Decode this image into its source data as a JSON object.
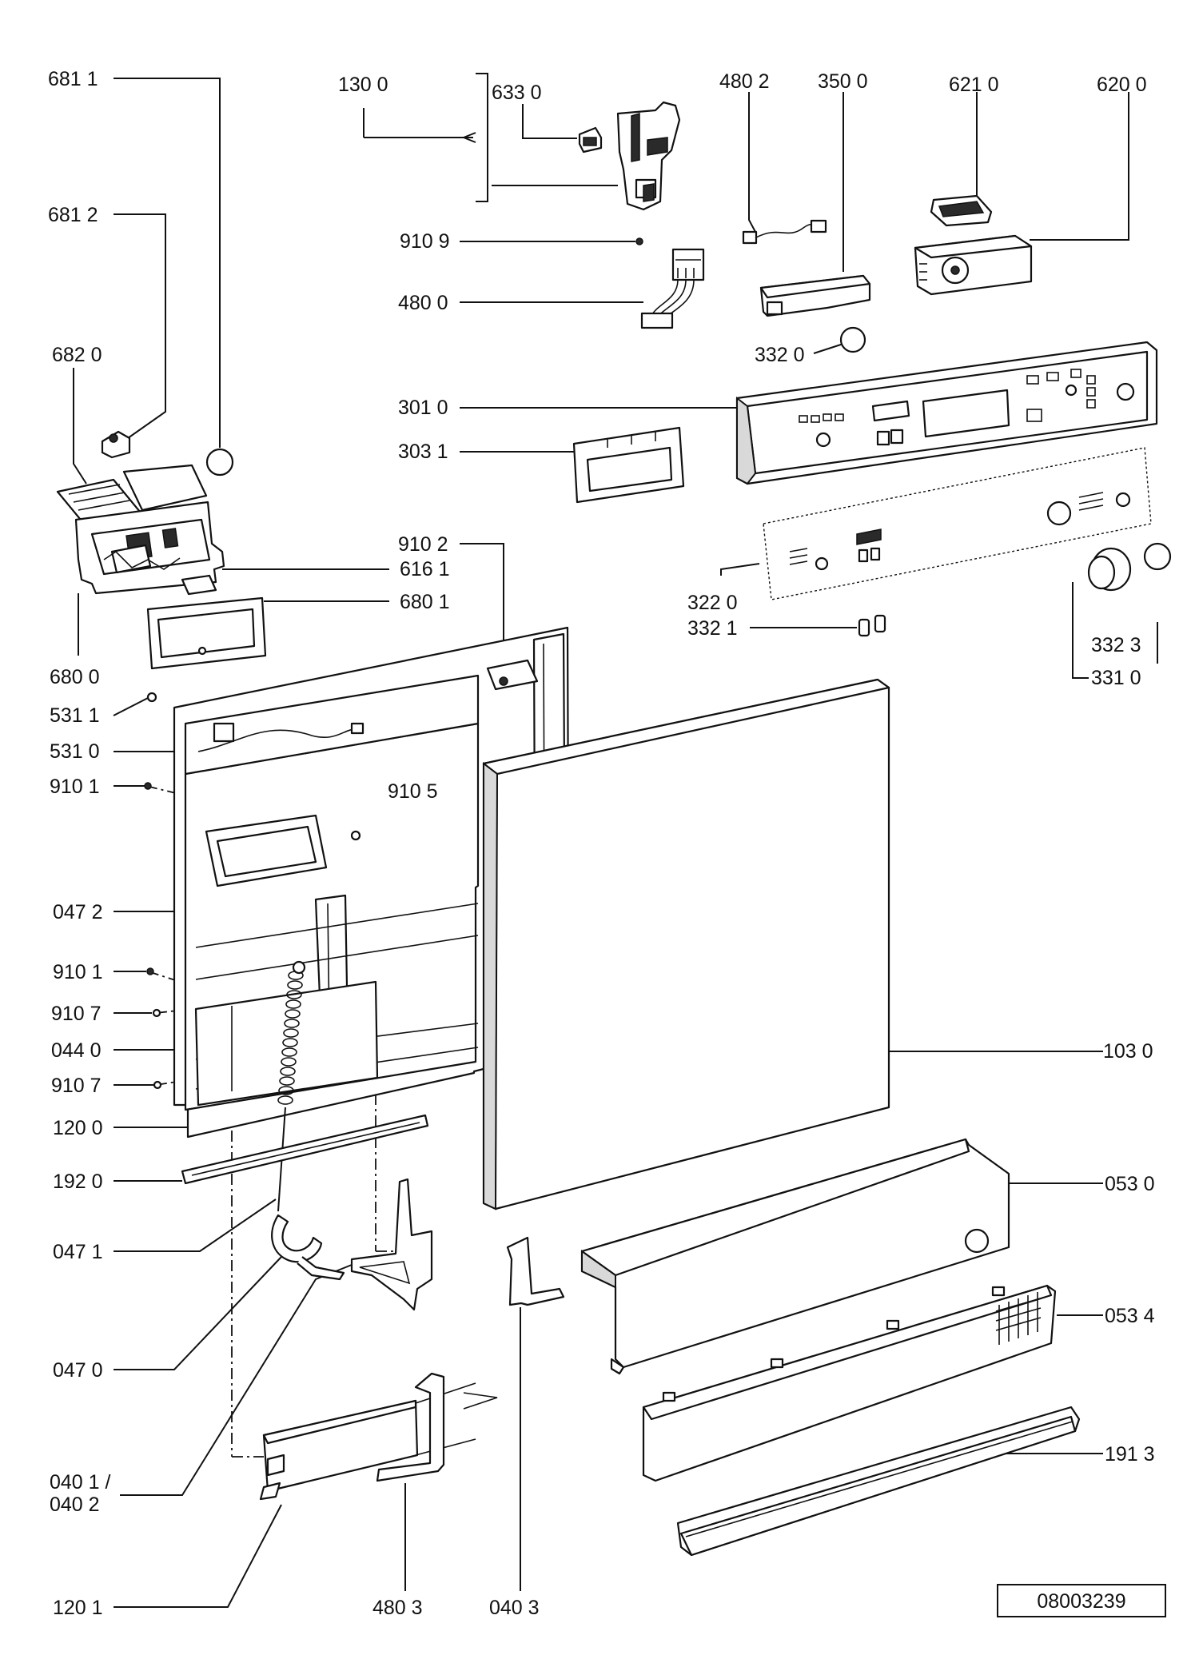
{
  "drawing_number": "08003239",
  "part_labels": [
    "681 1",
    "681 2",
    "682 0",
    "680 0",
    "531 1",
    "531 0",
    "910 1",
    "047 2",
    "910 1",
    "910 7",
    "044 0",
    "910 7",
    "120 0",
    "192 0",
    "047 1",
    "047 0",
    "040 1 /",
    "040 2",
    "120 1",
    "480 3",
    "040 3",
    "130 0",
    "633 0",
    "910 9",
    "480 0",
    "480 2",
    "350 0",
    "621 0",
    "620 0",
    "332 0",
    "301 0",
    "303 1",
    "910 2",
    "616 1",
    "680 1",
    "910 5",
    "322 0",
    "332 1",
    "332 3",
    "331 0",
    "103 0",
    "053 0",
    "053 4",
    "191 3"
  ]
}
